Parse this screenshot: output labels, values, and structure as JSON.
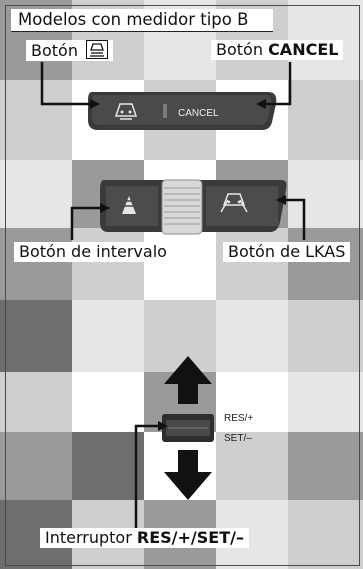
{
  "section_title": "Modelos con medidor tipo B",
  "labels": {
    "boton_icon_prefix": "Botón",
    "boton_cancel_prefix": "Botón ",
    "boton_cancel_bold": "CANCEL",
    "boton_intervalo": "Botón de intervalo",
    "boton_lkas": "Botón de LKAS",
    "interruptor_prefix": "Interruptor ",
    "interruptor_bold": "RES/+/SET/–"
  },
  "switch_engravings": {
    "cancel": "CANCEL",
    "res_plus": "RES/+",
    "set_minus": "SET/–"
  },
  "icons": [
    "acc-distance-icon",
    "interval-triangle-icon",
    "lkas-icon",
    "arrow-up-icon",
    "arrow-down-icon"
  ],
  "colors": {
    "accent": "#111111",
    "panel_dark": "#3c3c3c",
    "checker_dark": "#6e6e6e",
    "checker_mid": "#9a9a9a",
    "checker_light": "#cfcfcf"
  }
}
